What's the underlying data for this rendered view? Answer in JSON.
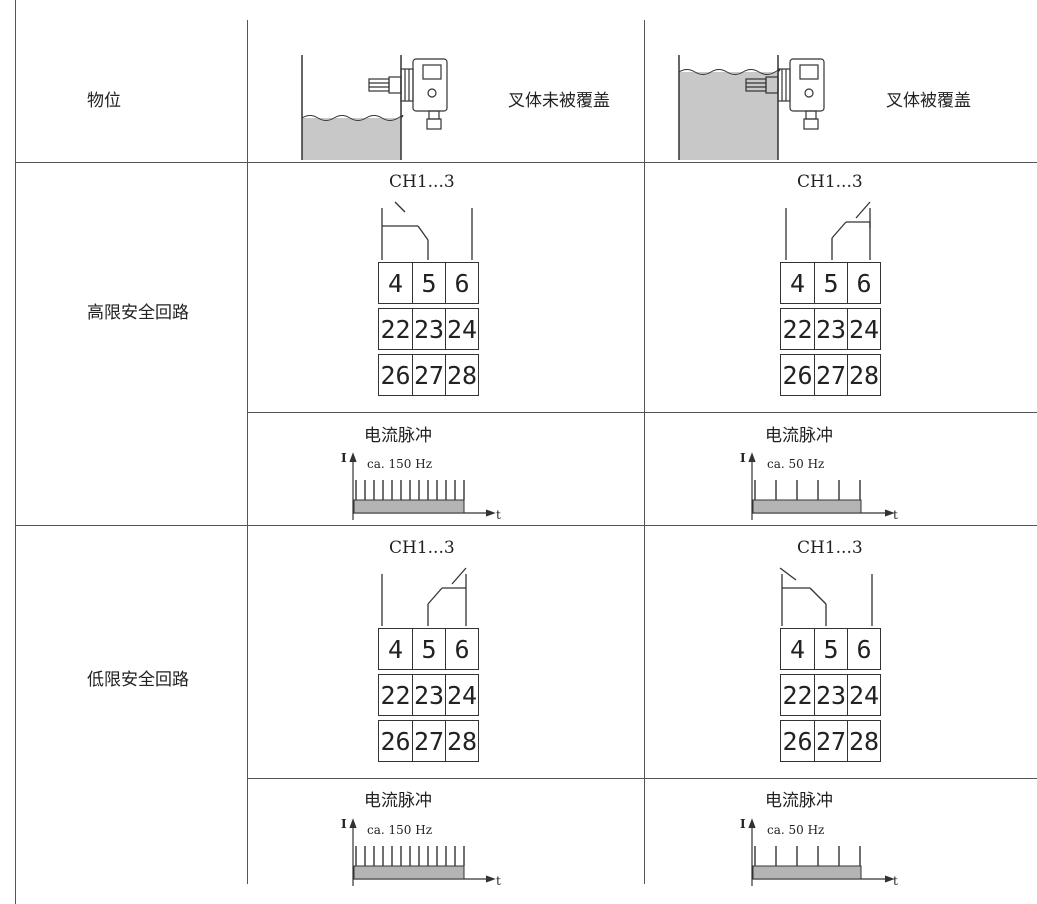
{
  "row_labels": {
    "level": "物位",
    "high_safety": "高限安全回路",
    "low_safety": "低限安全回路"
  },
  "level_states": {
    "uncovered": "叉体未被覆盖",
    "covered": "叉体被覆盖"
  },
  "channel_label": "CH1...3",
  "terminal_rows": [
    [
      "4",
      "5",
      "6"
    ],
    [
      "22",
      "23",
      "24"
    ],
    [
      "26",
      "27",
      "28"
    ]
  ],
  "pulse_label": "电流脉冲",
  "pulse_freq_high": "ca. 150 Hz",
  "pulse_freq_low": "ca. 50 Hz",
  "axis_i": "I",
  "axis_t": "t",
  "colors": {
    "liquid": "#c8c8c8",
    "line": "#333333",
    "pulse_bar": "#b4b4b4"
  }
}
